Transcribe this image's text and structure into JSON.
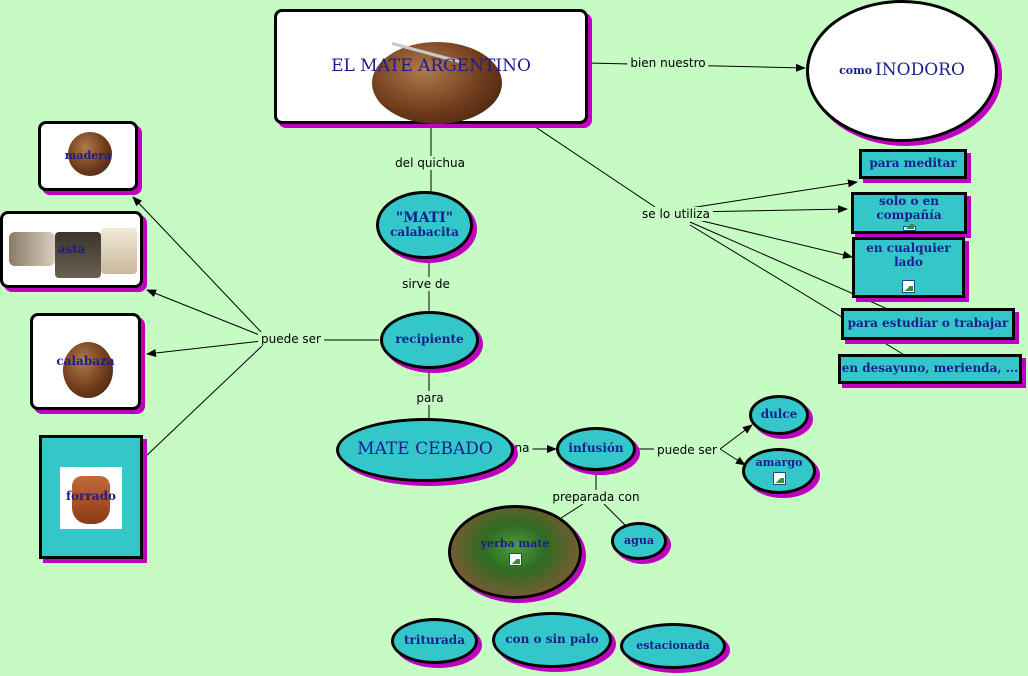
{
  "nodes": {
    "main": "EL MATE ARGENTINO",
    "inodoro_prefix": "como",
    "inodoro_name": "INODORO",
    "mati_line1": "\"MATI\"",
    "mati_line2": "calabacita",
    "recipiente": "recipiente",
    "mate_cebado": "MATE CEBADO",
    "infusion": "infusión",
    "dulce": "dulce",
    "amargo": "amargo",
    "yerba_mate": "yerba mate",
    "agua": "agua",
    "triturada": "triturada",
    "con_sin_palo": "con o sin palo",
    "estacionada": "estacionada",
    "madera": "madera",
    "asta": "asta",
    "calabaza": "calabaza",
    "forrado": "forrado",
    "para_meditar": "para meditar",
    "solo_compania": "solo o en compañía",
    "cualquier_lado": "en cualquier lado",
    "estudiar": "para estudiar o trabajar",
    "desayuno": "en desayuno, merienda, ..."
  },
  "links": {
    "bien_nuestro": "bien nuestro",
    "del_quichua": "del quichua",
    "sirve_de": "sirve de",
    "para": "para",
    "na": "na",
    "puede_ser_left": "puede ser",
    "puede_ser_right": "puede ser",
    "preparada_con": "preparada con",
    "se_lo_utiliza": "se lo utiliza"
  },
  "colors": {
    "background": "#c6fbc4",
    "node_fill": "#33c7c9",
    "node_border": "#000000",
    "node_shadow": "#c000c0",
    "node_text": "#1c1c8e"
  },
  "icons": [
    "image-attachment-icon"
  ]
}
